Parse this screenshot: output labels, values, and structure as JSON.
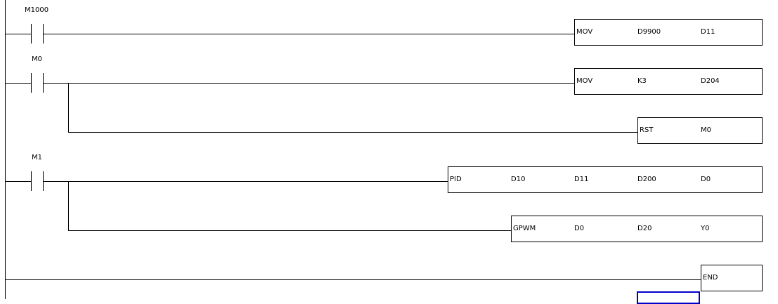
{
  "rungs": [
    {
      "contacts": [
        {
          "label": "M1000"
        }
      ],
      "instructions": [
        {
          "operands": [
            "MOV",
            "D9900",
            "D11"
          ]
        }
      ]
    },
    {
      "contacts": [
        {
          "label": "M0"
        }
      ],
      "instructions": [
        {
          "operands": [
            "MOV",
            "K3",
            "D204"
          ]
        },
        {
          "operands": [
            "RST",
            "M0"
          ]
        }
      ]
    },
    {
      "contacts": [
        {
          "label": "M1"
        }
      ],
      "instructions": [
        {
          "operands": [
            "PID",
            "D10",
            "D11",
            "D200",
            "D0"
          ]
        },
        {
          "operands": [
            "GPWM",
            "D0",
            "D20",
            "Y0"
          ]
        }
      ]
    },
    {
      "contacts": [],
      "instructions": [
        {
          "operands": [
            "END"
          ]
        }
      ]
    }
  ],
  "colors": {
    "wire": "#000000",
    "cursor": "#0000c8",
    "background": "#ffffff"
  }
}
